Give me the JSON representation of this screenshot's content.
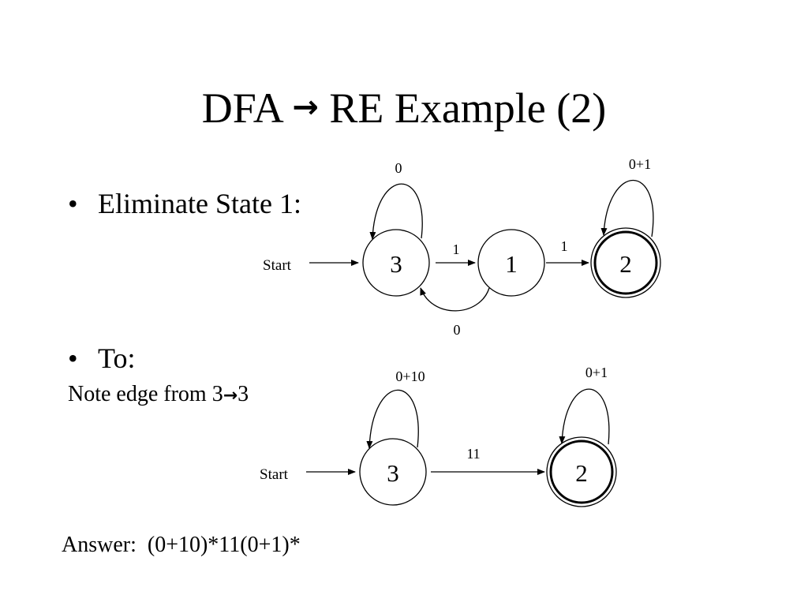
{
  "slide": {
    "title_left": "DFA",
    "title_arrow": "→",
    "title_right": "RE Example (2)",
    "bullet1": "Eliminate State 1:",
    "bullet2": "To:",
    "note_prefix": "Note edge from 3",
    "note_arrow": "→",
    "note_suffix": "3",
    "answer": "Answer:  (0+10)*11(0+1)*"
  },
  "diagram1": {
    "start_label": "Start",
    "states": [
      "3",
      "1",
      "2"
    ],
    "accepting_state": "2",
    "edges": [
      {
        "from": "3",
        "to": "3",
        "label": "0"
      },
      {
        "from": "3",
        "to": "1",
        "label": "1"
      },
      {
        "from": "1",
        "to": "2",
        "label": "1"
      },
      {
        "from": "1",
        "to": "3",
        "label": "0"
      },
      {
        "from": "2",
        "to": "2",
        "label": "0+1"
      }
    ]
  },
  "diagram2": {
    "start_label": "Start",
    "states": [
      "3",
      "2"
    ],
    "accepting_state": "2",
    "edges": [
      {
        "from": "3",
        "to": "3",
        "label": "0+10"
      },
      {
        "from": "3",
        "to": "2",
        "label": "11"
      },
      {
        "from": "2",
        "to": "2",
        "label": "0+1"
      }
    ]
  }
}
